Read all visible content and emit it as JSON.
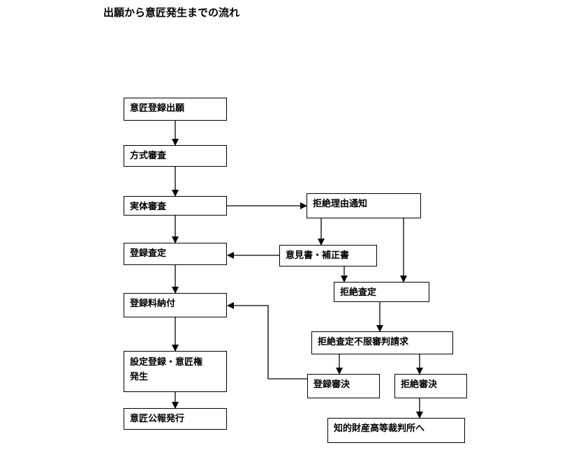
{
  "title": "出願から意匠発生までの流れ",
  "nodes": {
    "application": "意匠登録出願",
    "formality": "方式審査",
    "substantive": "実体審査",
    "rejection_notice": "拒絶理由通知",
    "opinion": "意見書・補正書",
    "registration_decision": "登録査定",
    "rejection_decision": "拒絶査定",
    "fee_payment": "登録料納付",
    "appeal": "拒絶査定不服審判請求",
    "establishment_line1": "設定登録・意匠権",
    "establishment_line2": "発生",
    "registration_trial": "登録審決",
    "rejection_trial": "拒絶審決",
    "gazette": "意匠公報発行",
    "ip_court": "知的財産高等裁判所へ"
  }
}
